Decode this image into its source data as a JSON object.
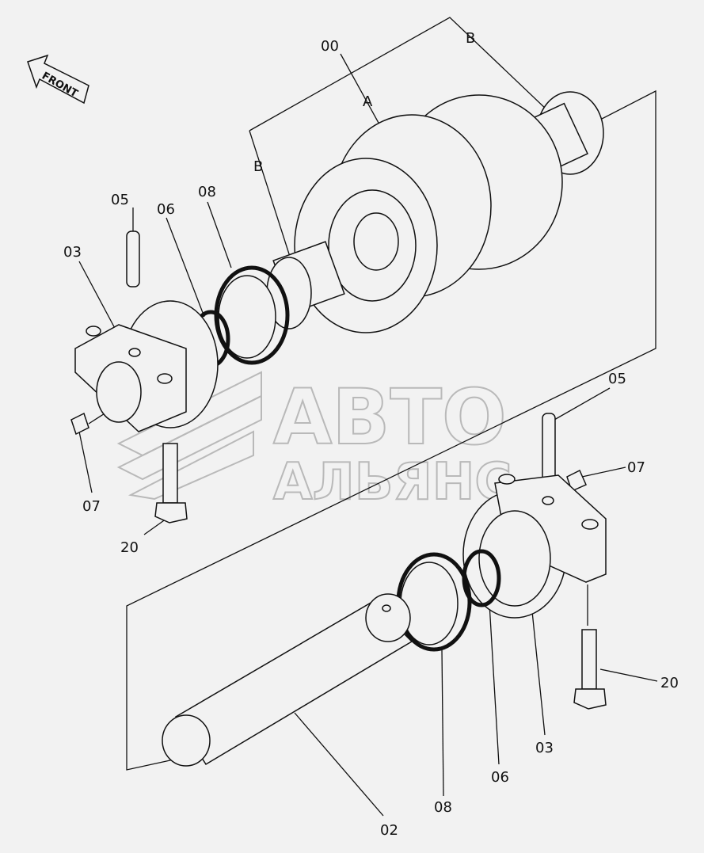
{
  "orientation": {
    "front_label": "FRONT",
    "icon": "front-arrow-icon"
  },
  "watermark": {
    "line1": "АВТО",
    "line2": "АЛЬЯНС",
    "color": "#b9b9b9"
  },
  "callouts": {
    "assembly_00": "00",
    "group_a": "A",
    "group_b_top": "B",
    "group_b_left": "B",
    "pin_05_left": "05",
    "ring_06_left": "06",
    "seal_08_left": "08",
    "collar_03_left": "03",
    "plug_07_left": "07",
    "bolt_20_left": "20",
    "pin_05_right": "05",
    "plug_07_right": "07",
    "bolt_20_right": "20",
    "collar_03_right": "03",
    "ring_06_right": "06",
    "seal_08_right": "08",
    "shaft_02": "02"
  }
}
